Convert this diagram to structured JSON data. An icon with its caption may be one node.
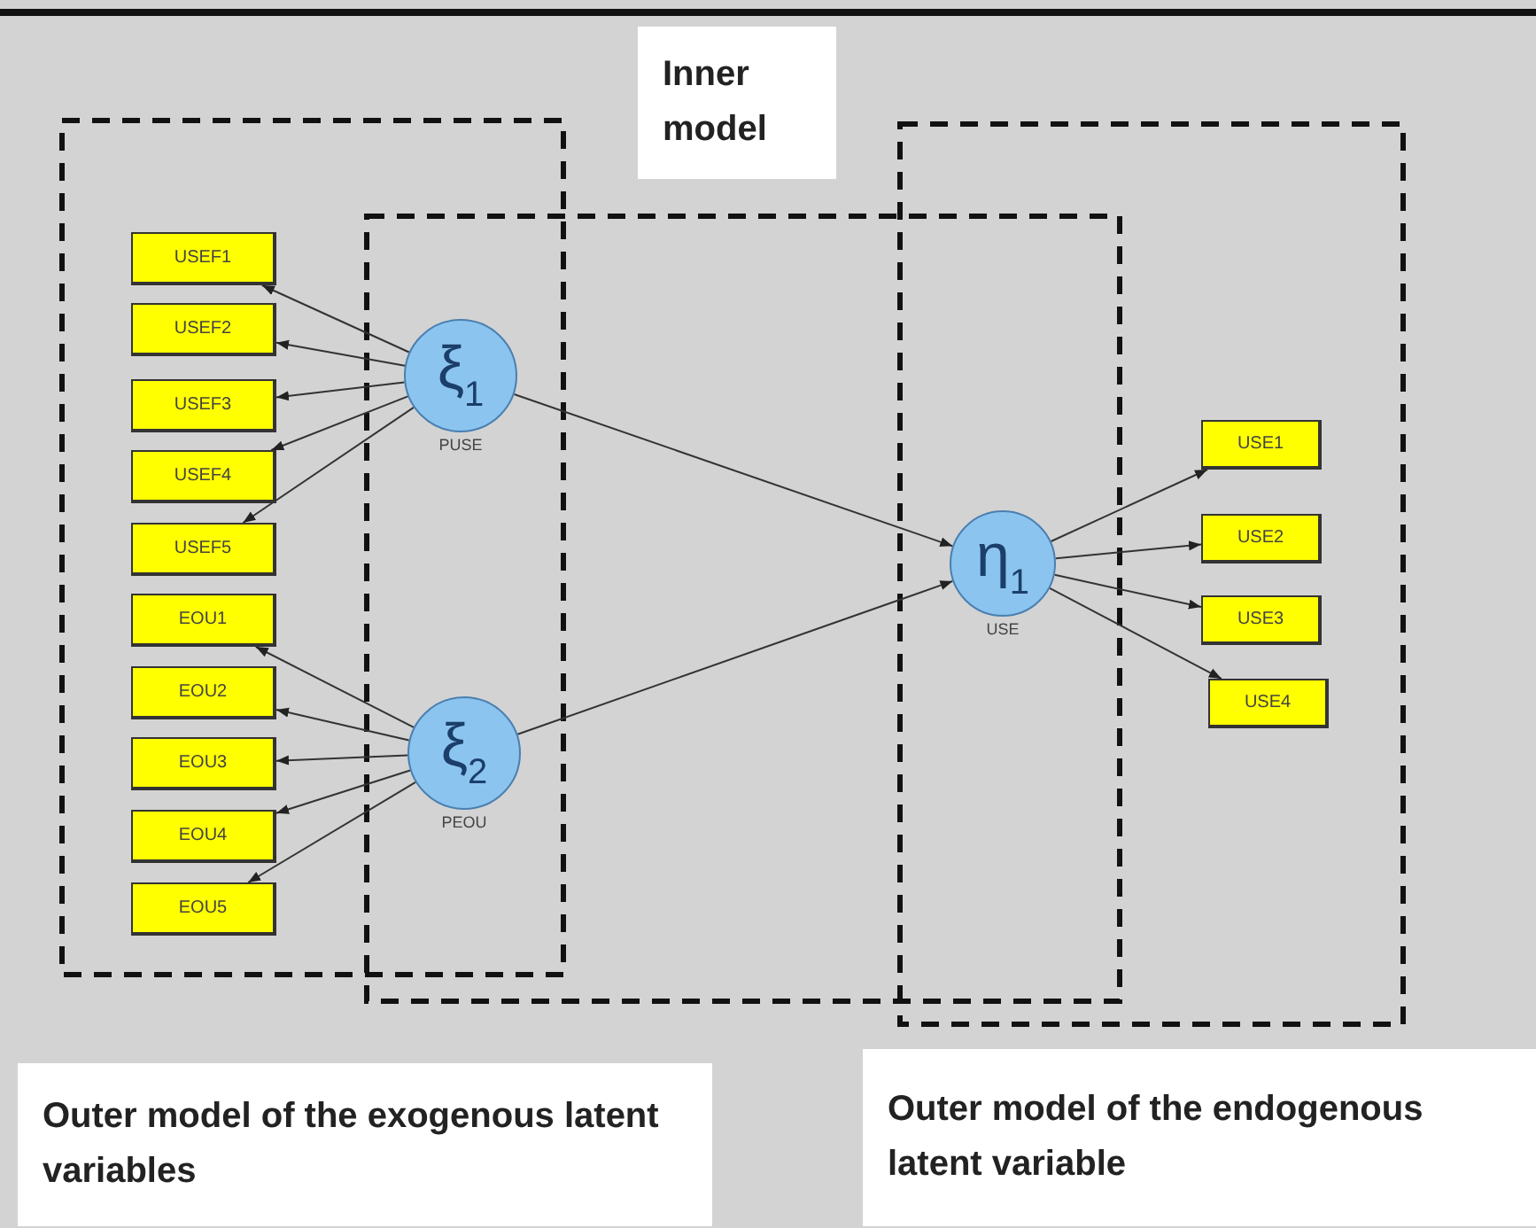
{
  "diagram": {
    "nodes": [
      {
        "text": [
          "Inner model"
        ]
      },
      {
        "text": [
          "USEF1"
        ]
      },
      {
        "text": [
          "USEF2"
        ]
      },
      {
        "text": [
          "USEF3"
        ]
      },
      {
        "text": [
          "USEF4"
        ]
      },
      {
        "text": [
          "USEF5"
        ]
      },
      {
        "text": [
          "ξ$_{1}$"
        ],
        "beside": [
          "PUSE"
        ]
      },
      {
        "text": [
          "EOU1"
        ]
      },
      {
        "text": [
          "EOU2"
        ]
      },
      {
        "text": [
          "EOU3"
        ]
      },
      {
        "text": [
          "EOU4"
        ]
      },
      {
        "text": [
          "EOU5"
        ]
      },
      {
        "text": [
          "ξ$_{2}$"
        ],
        "beside": [
          "PEOU"
        ]
      },
      {
        "text": [
          "η$_{1}$"
        ],
        "beside": [
          "USE"
        ]
      },
      {
        "text": [
          "USE1"
        ]
      },
      {
        "text": [
          "USE2"
        ]
      },
      {
        "text": [
          "USE3"
        ]
      },
      {
        "text": [
          "USE4"
        ]
      },
      {
        "text": [
          "Outer model of the exogenous latent variables"
        ]
      },
      {
        "text": [
          "Outer model of the endogenous latent variable"
        ]
      }
    ],
    "edges": [
      {
        "from": 6,
        "to": 1,
        "arrow": "to"
      },
      {
        "from": 6,
        "to": 2,
        "arrow": "to"
      },
      {
        "from": 6,
        "to": 3,
        "arrow": "to"
      },
      {
        "from": 6,
        "to": 4,
        "arrow": "to"
      },
      {
        "from": 6,
        "to": 5,
        "arrow": "to"
      },
      {
        "from": 12,
        "to": 7,
        "arrow": "to"
      },
      {
        "from": 12,
        "to": 8,
        "arrow": "to"
      },
      {
        "from": 12,
        "to": 9,
        "arrow": "to"
      },
      {
        "from": 12,
        "to": 10,
        "arrow": "to"
      },
      {
        "from": 12,
        "to": 11,
        "arrow": "to"
      },
      {
        "from": 6,
        "to": 13,
        "arrow": "to"
      },
      {
        "from": 12,
        "to": 13,
        "arrow": "to"
      },
      {
        "from": 13,
        "to": 14,
        "arrow": "to"
      },
      {
        "from": 13,
        "to": 15,
        "arrow": "to"
      },
      {
        "from": 13,
        "to": 16,
        "arrow": "to"
      },
      {
        "from": 13,
        "to": 17,
        "arrow": "to"
      }
    ]
  }
}
